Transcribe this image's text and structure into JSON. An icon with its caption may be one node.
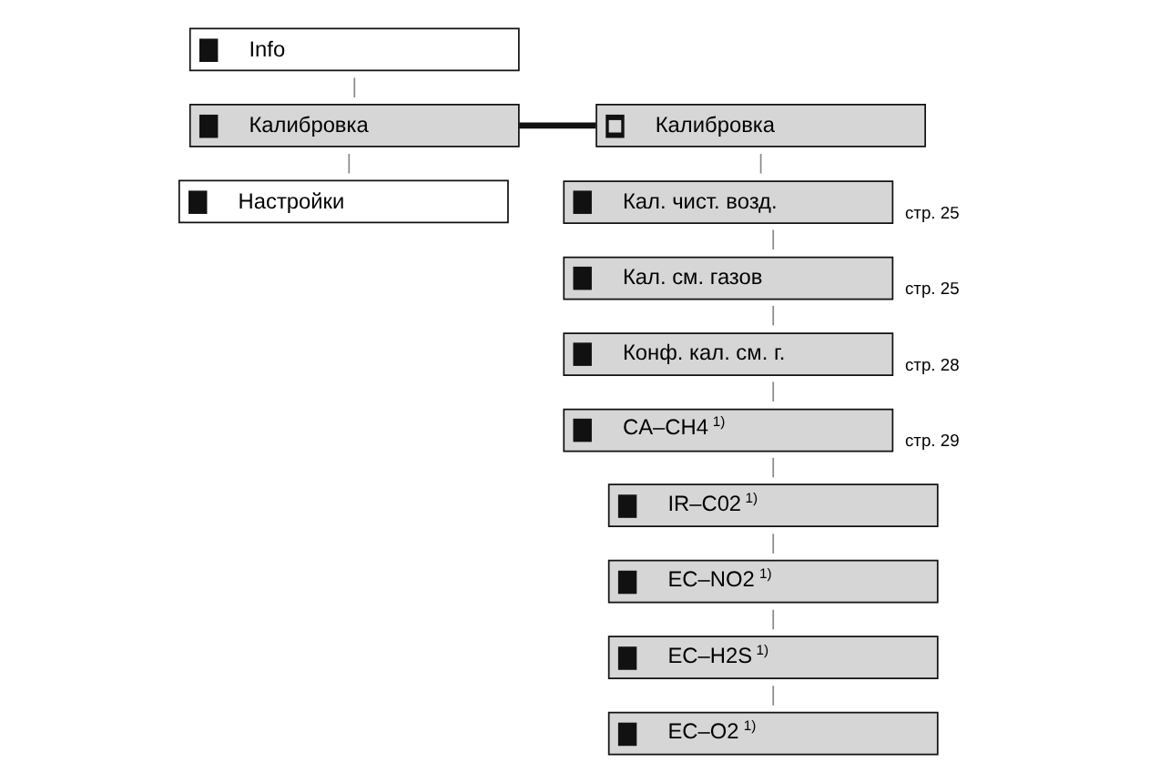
{
  "diagram": {
    "nodes": [
      {
        "text": [
          "Info"
        ]
      },
      {
        "text": [
          "Калибровка"
        ]
      },
      {
        "text": [
          "Настройки"
        ]
      },
      {
        "text": [
          "Калибровка"
        ]
      },
      {
        "text": [
          "Кал. чист. возд."
        ],
        "beside": [
          "стр. 25"
        ]
      },
      {
        "text": [
          "Кал. см. газов"
        ],
        "beside": [
          "стр. 25"
        ]
      },
      {
        "text": [
          "Конф. кал. см. г."
        ],
        "beside": [
          "стр. 28"
        ]
      },
      {
        "text": [
          "CA–CH4 $^{1)}$"
        ],
        "beside": [
          "стр. 29"
        ]
      },
      {
        "text": [
          "IR–C02 $^{1)}$"
        ]
      },
      {
        "text": [
          "EC–NO2 $^{1)}$"
        ]
      },
      {
        "text": [
          "EC–H2S $^{1)}$"
        ]
      },
      {
        "text": [
          "EC–O2 $^{1)}$"
        ]
      }
    ],
    "edges": [
      {
        "from": 0,
        "to": 1,
        "arrow": "none"
      },
      {
        "from": 1,
        "to": 2,
        "arrow": "none"
      },
      {
        "from": 1,
        "to": 3,
        "arrow": "none",
        "style": "thick",
        "color": "#111111"
      },
      {
        "from": 3,
        "to": 4,
        "arrow": "none"
      },
      {
        "from": 4,
        "to": 5,
        "arrow": "none"
      },
      {
        "from": 5,
        "to": 6,
        "arrow": "none"
      },
      {
        "from": 6,
        "to": 7,
        "arrow": "none"
      },
      {
        "from": 7,
        "to": 8,
        "arrow": "none"
      },
      {
        "from": 8,
        "to": 9,
        "arrow": "none"
      },
      {
        "from": 9,
        "to": 10,
        "arrow": "none"
      },
      {
        "from": 10,
        "to": 11,
        "arrow": "none"
      }
    ]
  }
}
